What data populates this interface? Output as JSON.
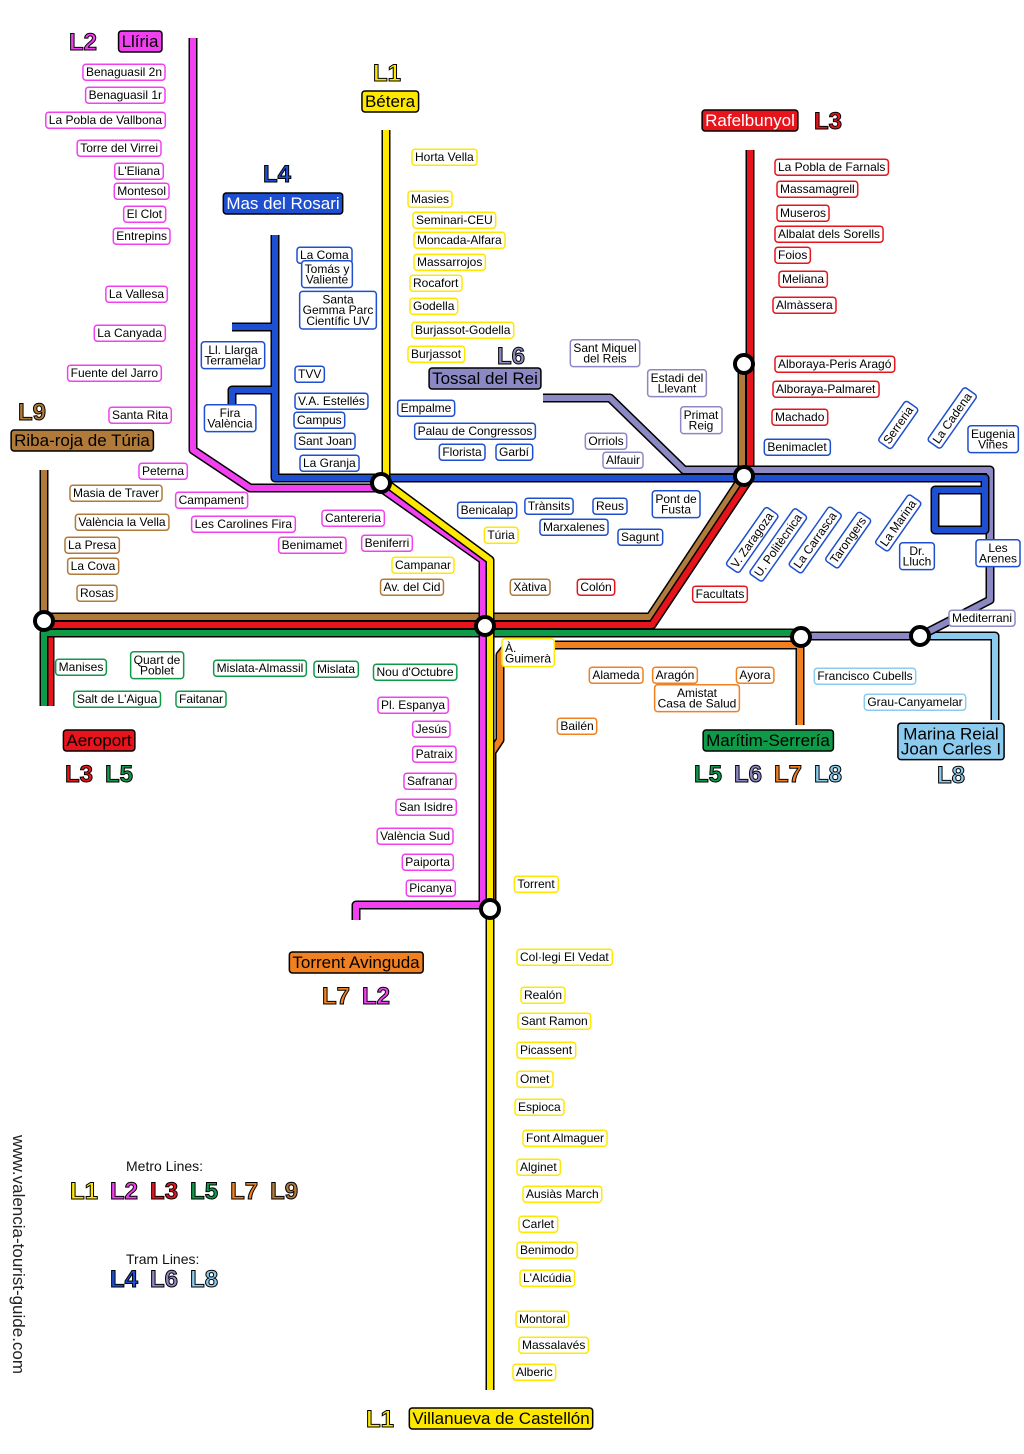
{
  "colors": {
    "L1": "#ffe800",
    "L2": "#f040f0",
    "L3": "#e8141c",
    "L4": "#1e4fd0",
    "L5": "#0f9a48",
    "L6": "#8c88c4",
    "L7": "#f08020",
    "L8": "#8ccbee",
    "L9": "#b07a3a"
  },
  "termini": [
    {
      "name": "Llíria",
      "lines": [
        "L2"
      ],
      "color": "L2"
    },
    {
      "name": "Bétera",
      "lines": [
        "L1"
      ],
      "color": "L1"
    },
    {
      "name": "Rafelbunyol",
      "lines": [
        "L3"
      ],
      "color": "L3"
    },
    {
      "name": "Mas del Rosari",
      "lines": [
        "L4"
      ],
      "color": "L4"
    },
    {
      "name": "Tossal del Rei",
      "lines": [
        "L6"
      ],
      "color": "L6"
    },
    {
      "name": "Riba-roja de Túria",
      "lines": [
        "L9"
      ],
      "color": "L9"
    },
    {
      "name": "Aeroport",
      "lines": [
        "L3",
        "L5"
      ],
      "color": "L3"
    },
    {
      "name": "Torrent Avinguda",
      "lines": [
        "L7",
        "L2"
      ],
      "color": "L7"
    },
    {
      "name": "Marítim-Serrería",
      "lines": [
        "L5",
        "L6",
        "L7",
        "L8"
      ],
      "color": "L5"
    },
    {
      "name": "Marina Reial\nJoan Carles I",
      "lines": [
        "L8"
      ],
      "color": "L8"
    },
    {
      "name": "Villanueva de Castellón",
      "lines": [
        "L1"
      ],
      "color": "L1"
    }
  ],
  "stations": [
    {
      "name": "Benaguasil 2n",
      "line": "L2"
    },
    {
      "name": "Benaguasil 1r",
      "line": "L2"
    },
    {
      "name": "La Pobla de Vallbona",
      "line": "L2"
    },
    {
      "name": "Torre del Virrei",
      "line": "L2"
    },
    {
      "name": "L'Eliana",
      "line": "L2"
    },
    {
      "name": "Montesol",
      "line": "L2"
    },
    {
      "name": "El Clot",
      "line": "L2"
    },
    {
      "name": "Entrepins",
      "line": "L2"
    },
    {
      "name": "La Vallesa",
      "line": "L2"
    },
    {
      "name": "La Canyada",
      "line": "L2"
    },
    {
      "name": "Fuente del Jarro",
      "line": "L2"
    },
    {
      "name": "Santa Rita",
      "line": "L2"
    },
    {
      "name": "Peterna",
      "line": "L2"
    },
    {
      "name": "Campament",
      "line": "L2"
    },
    {
      "name": "Les Carolines Fira",
      "line": "L2"
    },
    {
      "name": "Benimamet",
      "line": "L2"
    },
    {
      "name": "Cantereria",
      "line": "L2"
    },
    {
      "name": "Beniferri",
      "line": "L2"
    },
    {
      "name": "Horta Vella",
      "line": "L1"
    },
    {
      "name": "Masies",
      "line": "L1"
    },
    {
      "name": "Seminari-CEU",
      "line": "L1"
    },
    {
      "name": "Moncada-Alfara",
      "line": "L1"
    },
    {
      "name": "Massarrojos",
      "line": "L1"
    },
    {
      "name": "Rocafort",
      "line": "L1"
    },
    {
      "name": "Godella",
      "line": "L1"
    },
    {
      "name": "Burjassot-Godella",
      "line": "L1"
    },
    {
      "name": "Burjassot",
      "line": "L1"
    },
    {
      "name": "La Coma",
      "line": "L4"
    },
    {
      "name": "Tomás y\nValiente",
      "line": "L4"
    },
    {
      "name": "Santa\nGemma Parc\nCientífic UV",
      "line": "L4"
    },
    {
      "name": "Ll. Llarga\nTerramelar",
      "line": "L4"
    },
    {
      "name": "Fira\nValència",
      "line": "L4"
    },
    {
      "name": "TVV",
      "line": "L4"
    },
    {
      "name": "V.A. Estellés",
      "line": "L4"
    },
    {
      "name": "Campus",
      "line": "L4"
    },
    {
      "name": "Sant Joan",
      "line": "L4"
    },
    {
      "name": "La Granja",
      "line": "L4"
    },
    {
      "name": "Empalme",
      "line": "L4"
    },
    {
      "name": "Palau de Congressos",
      "line": "L4"
    },
    {
      "name": "Florista",
      "line": "L4"
    },
    {
      "name": "Garbí",
      "line": "L4"
    },
    {
      "name": "Benicalap",
      "line": "L4"
    },
    {
      "name": "Trànsits",
      "line": "L4"
    },
    {
      "name": "Reus",
      "line": "L4"
    },
    {
      "name": "Pont de\nFusta",
      "line": "L4"
    },
    {
      "name": "Marxalenes",
      "line": "L4"
    },
    {
      "name": "Sagunt",
      "line": "L4"
    },
    {
      "name": "Orriols",
      "line": "L6"
    },
    {
      "name": "Alfauir",
      "line": "L6"
    },
    {
      "name": "Estadi del\nLlevant",
      "line": "L6"
    },
    {
      "name": "Primat\nReig",
      "line": "L6"
    },
    {
      "name": "Sant Miquel\ndel Reis",
      "line": "L6"
    },
    {
      "name": "Benimaclet",
      "line": "L4"
    },
    {
      "name": "La Pobla de Farnals",
      "line": "L3"
    },
    {
      "name": "Massamagrell",
      "line": "L3"
    },
    {
      "name": "Museros",
      "line": "L3"
    },
    {
      "name": "Albalat dels Sorells",
      "line": "L3"
    },
    {
      "name": "Foios",
      "line": "L3"
    },
    {
      "name": "Meliana",
      "line": "L3"
    },
    {
      "name": "Almàssera",
      "line": "L3"
    },
    {
      "name": "Alboraya-Peris Aragó",
      "line": "L3"
    },
    {
      "name": "Alboraya-Palmaret",
      "line": "L3"
    },
    {
      "name": "Machado",
      "line": "L3"
    },
    {
      "name": "Serreria",
      "line": "L4"
    },
    {
      "name": "La Cadena",
      "line": "L4"
    },
    {
      "name": "Eugenia\nViñes",
      "line": "L4"
    },
    {
      "name": "V. Zaragoza",
      "line": "L4"
    },
    {
      "name": "U. Politècnica",
      "line": "L4"
    },
    {
      "name": "La Carrasca",
      "line": "L4"
    },
    {
      "name": "Tarongers",
      "line": "L4"
    },
    {
      "name": "La Marina",
      "line": "L4"
    },
    {
      "name": "Dr.\nLluch",
      "line": "L4"
    },
    {
      "name": "Les\nArenes",
      "line": "L4"
    },
    {
      "name": "Mediterrani",
      "line": "L6"
    },
    {
      "name": "Túria",
      "line": "L1"
    },
    {
      "name": "Campanar",
      "line": "L1"
    },
    {
      "name": "Av. del Cid",
      "line": "L9"
    },
    {
      "name": "Xàtiva",
      "line": "L9"
    },
    {
      "name": "Colón",
      "line": "L3"
    },
    {
      "name": "Facultats",
      "line": "L3"
    },
    {
      "name": "À.\nGuimerà",
      "line": "L1"
    },
    {
      "name": "Masia de Traver",
      "line": "L9"
    },
    {
      "name": "València la Vella",
      "line": "L9"
    },
    {
      "name": "La Presa",
      "line": "L9"
    },
    {
      "name": "La Cova",
      "line": "L9"
    },
    {
      "name": "Rosas",
      "line": "L9"
    },
    {
      "name": "Manises",
      "line": "L5"
    },
    {
      "name": "Quart de\nPoblet",
      "line": "L5"
    },
    {
      "name": "Salt de L'Aigua",
      "line": "L5"
    },
    {
      "name": "Faitanar",
      "line": "L5"
    },
    {
      "name": "Mislata-Almassil",
      "line": "L5"
    },
    {
      "name": "Mislata",
      "line": "L5"
    },
    {
      "name": "Nou d'Octubre",
      "line": "L5"
    },
    {
      "name": "Alameda",
      "line": "L7"
    },
    {
      "name": "Aragón",
      "line": "L7"
    },
    {
      "name": "Amistat\nCasa de Salud",
      "line": "L7"
    },
    {
      "name": "Ayora",
      "line": "L7"
    },
    {
      "name": "Bailén",
      "line": "L7"
    },
    {
      "name": "Francisco Cubells",
      "line": "L8"
    },
    {
      "name": "Grau-Canyamelar",
      "line": "L8"
    },
    {
      "name": "Pl. Espanya",
      "line": "L2"
    },
    {
      "name": "Jesús",
      "line": "L2"
    },
    {
      "name": "Patraix",
      "line": "L2"
    },
    {
      "name": "Safranar",
      "line": "L2"
    },
    {
      "name": "San Isidre",
      "line": "L2"
    },
    {
      "name": "València Sud",
      "line": "L2"
    },
    {
      "name": "Paiporta",
      "line": "L2"
    },
    {
      "name": "Picanya",
      "line": "L2"
    },
    {
      "name": "Torrent",
      "line": "L1"
    },
    {
      "name": "Col·legi El Vedat",
      "line": "L1"
    },
    {
      "name": "Realón",
      "line": "L1"
    },
    {
      "name": "Sant Ramon",
      "line": "L1"
    },
    {
      "name": "Picassent",
      "line": "L1"
    },
    {
      "name": "Omet",
      "line": "L1"
    },
    {
      "name": "Espioca",
      "line": "L1"
    },
    {
      "name": "Font Almaguer",
      "line": "L1"
    },
    {
      "name": "Alginet",
      "line": "L1"
    },
    {
      "name": "Ausiàs March",
      "line": "L1"
    },
    {
      "name": "Carlet",
      "line": "L1"
    },
    {
      "name": "Benimodo",
      "line": "L1"
    },
    {
      "name": "L'Alcúdia",
      "line": "L1"
    },
    {
      "name": "Montoral",
      "line": "L1"
    },
    {
      "name": "Massalavés",
      "line": "L1"
    },
    {
      "name": "Alberic",
      "line": "L1"
    }
  ],
  "legend": {
    "metro_title": "Metro Lines:",
    "metro": [
      "L1",
      "L2",
      "L3",
      "L5",
      "L7",
      "L9"
    ],
    "tram_title": "Tram Lines:",
    "tram": [
      "L4",
      "L6",
      "L8"
    ]
  },
  "watermark": "www.valencia-tourist-guide.com"
}
